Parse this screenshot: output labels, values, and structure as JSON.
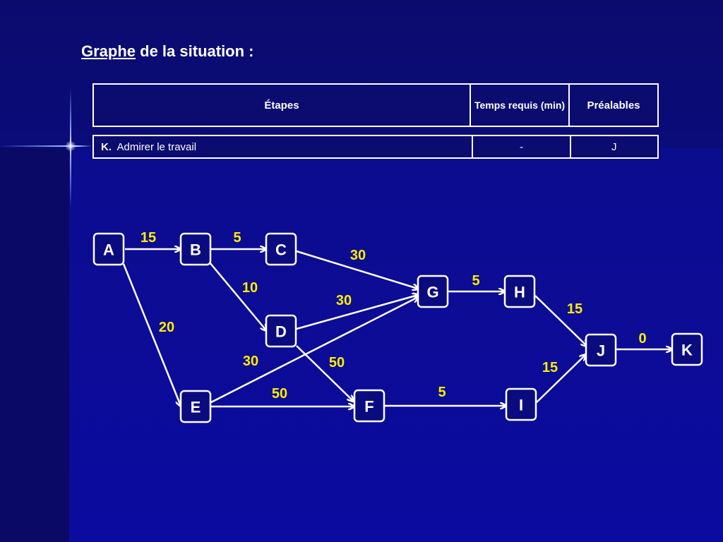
{
  "title": {
    "underlined": "Graphe",
    "rest": " de la situation :"
  },
  "table": {
    "headers": [
      "Étapes",
      "Temps requis (min)",
      "Préalables"
    ],
    "row": {
      "code": "K.",
      "step": "Admirer le travail",
      "time": "-",
      "prereq": "J"
    }
  },
  "graph": {
    "nodes": [
      {
        "id": "A",
        "label": "A"
      },
      {
        "id": "B",
        "label": "B"
      },
      {
        "id": "C",
        "label": "C"
      },
      {
        "id": "D",
        "label": "D"
      },
      {
        "id": "E",
        "label": "E"
      },
      {
        "id": "F",
        "label": "F"
      },
      {
        "id": "G",
        "label": "G"
      },
      {
        "id": "H",
        "label": "H"
      },
      {
        "id": "I",
        "label": "I"
      },
      {
        "id": "J",
        "label": "J"
      },
      {
        "id": "K",
        "label": "K"
      }
    ],
    "edges": [
      {
        "from": "A",
        "to": "B",
        "weight": "15"
      },
      {
        "from": "A",
        "to": "E",
        "weight": "20"
      },
      {
        "from": "B",
        "to": "C",
        "weight": "5"
      },
      {
        "from": "B",
        "to": "D",
        "weight": "10"
      },
      {
        "from": "C",
        "to": "G",
        "weight": "30"
      },
      {
        "from": "D",
        "to": "G",
        "weight": "30"
      },
      {
        "from": "D",
        "to": "F",
        "weight": "50"
      },
      {
        "from": "E",
        "to": "G",
        "weight": "30"
      },
      {
        "from": "E",
        "to": "F",
        "weight": "50"
      },
      {
        "from": "F",
        "to": "I",
        "weight": "5"
      },
      {
        "from": "G",
        "to": "H",
        "weight": "5"
      },
      {
        "from": "H",
        "to": "J",
        "weight": "15"
      },
      {
        "from": "I",
        "to": "J",
        "weight": "15"
      },
      {
        "from": "J",
        "to": "K",
        "weight": "0"
      }
    ],
    "colors": {
      "weight": "#ffee00",
      "node_border": "#ffffff",
      "background": "#0a0a8a"
    }
  }
}
